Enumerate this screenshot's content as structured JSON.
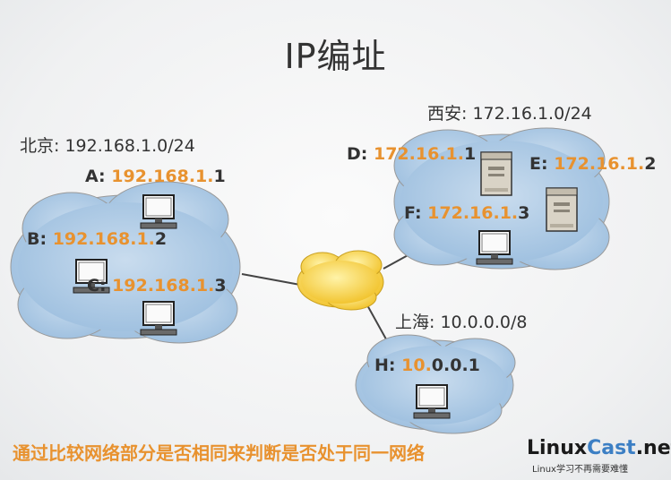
{
  "title": "IP编址",
  "networks": {
    "beijing": {
      "label": "北京: 192.168.1.0/24"
    },
    "xian": {
      "label": "西安: 172.16.1.0/24"
    },
    "shanghai": {
      "label": "上海: 10.0.0.0/8"
    }
  },
  "hosts": {
    "a": {
      "name": "A: ",
      "net": "192.168.1.",
      "hid": "1"
    },
    "b": {
      "name": "B: ",
      "net": "192.168.1.",
      "hid": "2"
    },
    "c": {
      "name": "C: ",
      "net": "192.168.1.",
      "hid": "3"
    },
    "d": {
      "name": "D: ",
      "net": "172.16.1.",
      "hid": "1"
    },
    "e": {
      "name": "E: ",
      "net": "172.16.1.",
      "hid": "2"
    },
    "f": {
      "name": "F: ",
      "net": "172.16.1.",
      "hid": "3"
    },
    "h": {
      "name": "H: ",
      "net": "10.",
      "hid": "0.0.1"
    }
  },
  "footer": "通过比较网络部分是否相同来判断是否处于同一网络",
  "brand": {
    "part1": "Linux",
    "part2": "Cast",
    "part3": ".net",
    "tagline": "Linux学习不再需要难懂"
  },
  "colors": {
    "network_part": "#e8922f",
    "cloud_blue": "#a9c7e2",
    "internet_cloud": "#f5d24a",
    "brand_blue": "#3c7fc4"
  }
}
